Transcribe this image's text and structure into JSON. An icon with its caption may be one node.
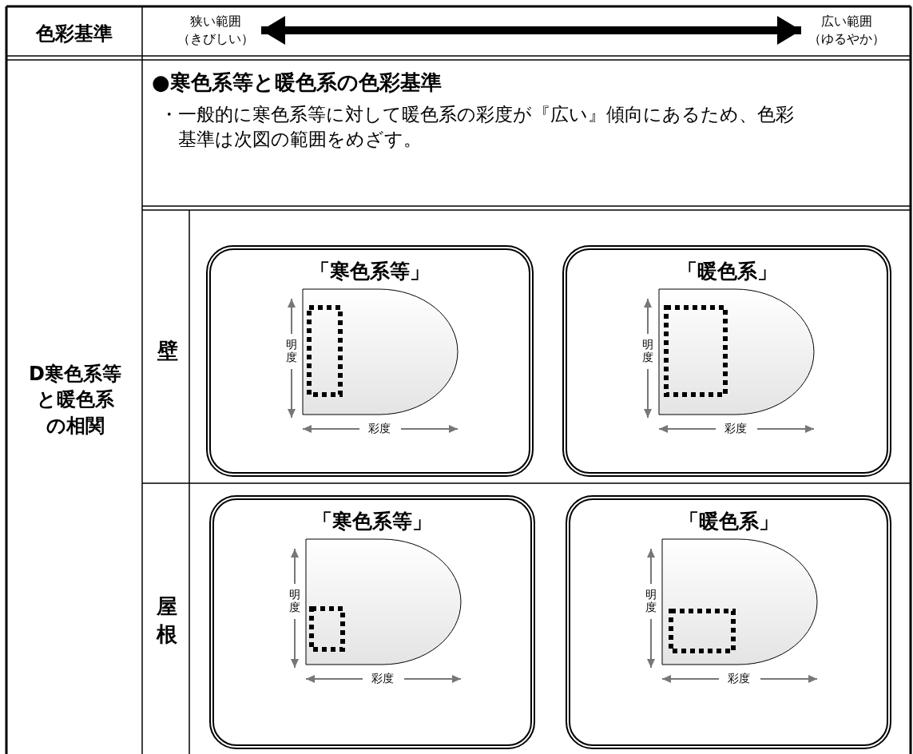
{
  "diagram": {
    "nodes": [
      {
        "text": [
          "狭い範囲（きびしい）"
        ]
      },
      {
        "text": [
          "広い範囲（ゆるやか）"
        ]
      },
      {
        "text": [
          "「寒色系等」"
        ]
      },
      {
        "text": [
          "「暖色系」"
        ]
      },
      {
        "text": [
          "「寒色系等」"
        ]
      },
      {
        "text": [
          "「暖色系」"
        ]
      }
    ],
    "edges": [
      {
        "from": 0,
        "to": 1,
        "arrow": "both"
      }
    ],
    "labels": [
      "色彩基準",
      "●寒色系等と暖色系の色彩基準",
      "・一般的に寒色系等に対して暖色系の彩度が『広い』傾向にあるため、色彩基準は次図の範囲をめざす。",
      "D寒色系等と暖色系の相関",
      "壁",
      "明度",
      "彩度",
      "明度",
      "彩度",
      "屋根",
      "明度",
      "彩度",
      "明度",
      "彩度"
    ]
  }
}
